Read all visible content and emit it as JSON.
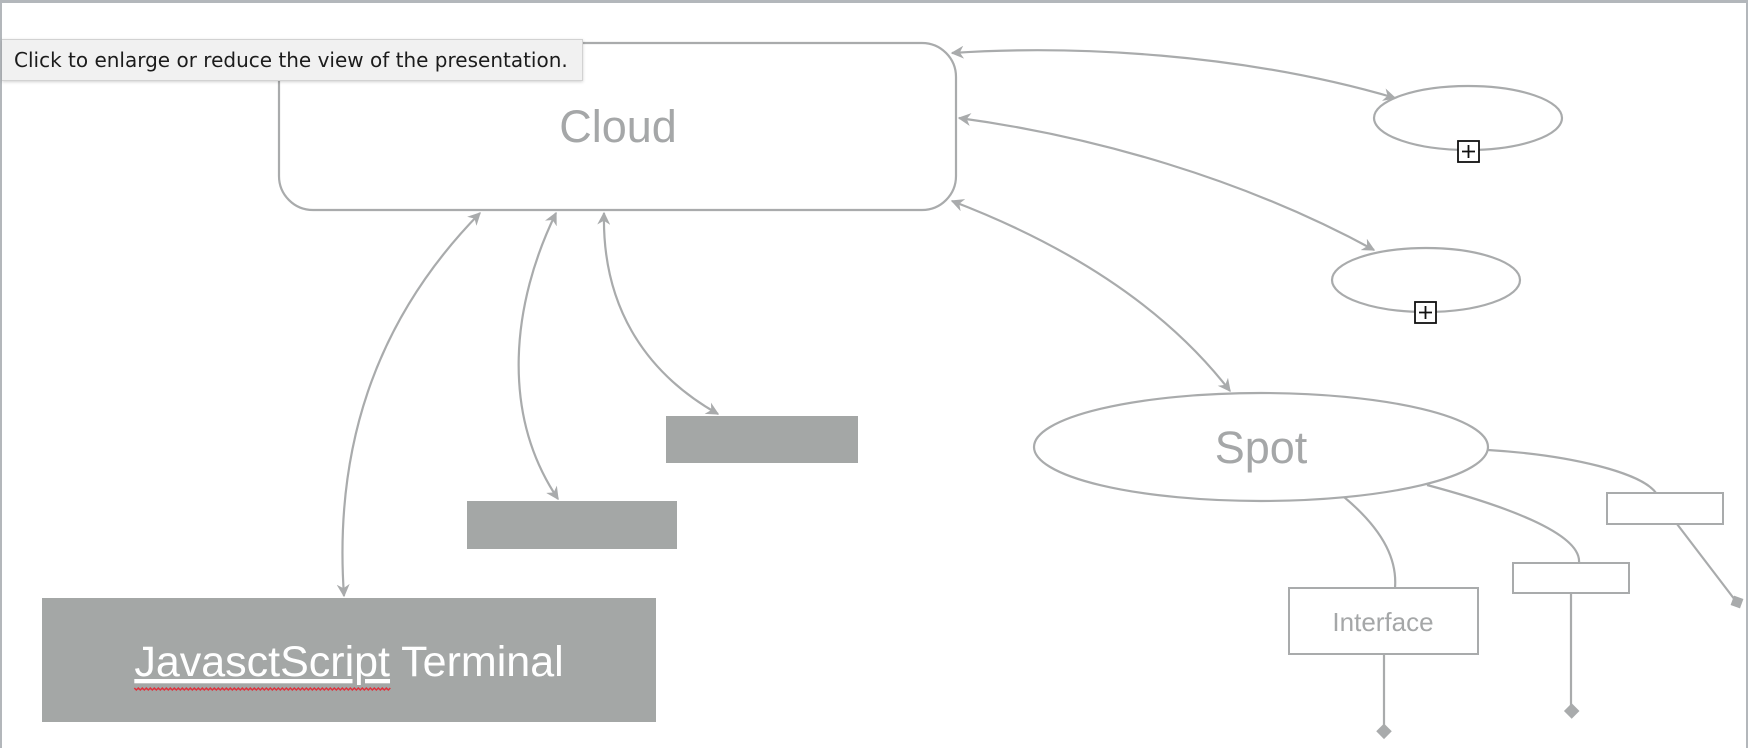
{
  "tooltip": {
    "text": "Click to enlarge or reduce the view of the presentation."
  },
  "diagram": {
    "nodes": {
      "cloud": {
        "label": "Cloud",
        "shape": "rounded-rectangle"
      },
      "spot": {
        "label": "Spot",
        "shape": "ellipse"
      },
      "terminal": {
        "label_misspelled": "JavasctScript",
        "label_rest": " Terminal",
        "shape": "filled-rectangle"
      },
      "interface": {
        "label": "Interface",
        "shape": "rectangle"
      },
      "ellipse_top": {
        "label": "",
        "collapsed": true
      },
      "ellipse_mid": {
        "label": "",
        "collapsed": true
      },
      "bar_upper": {
        "label": ""
      },
      "bar_lower": {
        "label": ""
      },
      "box_small_middle": {
        "label": ""
      },
      "box_small_right": {
        "label": ""
      }
    },
    "colors": {
      "stroke": "#a9abac",
      "fill": "#a4a7a6",
      "text_light": "#a5a7a8",
      "text_on_fill": "#ffffff",
      "expand_icon": "#111111",
      "spellcheck": "#e0303b"
    },
    "icons": [
      "expand-plus-icon",
      "expand-plus-icon"
    ]
  }
}
